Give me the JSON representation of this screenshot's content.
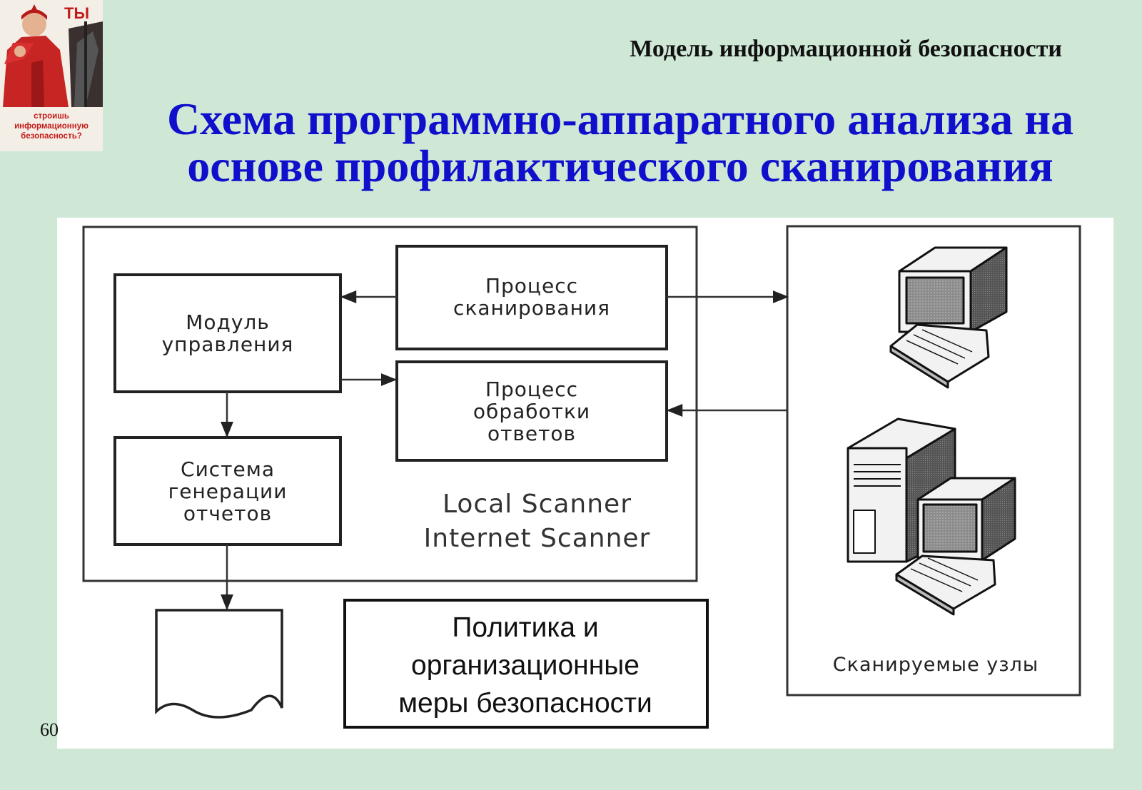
{
  "poster": {
    "headline": "ТЫ",
    "slogan": [
      "строишь",
      "информационную",
      "безопасность?"
    ]
  },
  "header": {
    "course_title": "Модель информационной безопасности"
  },
  "slide": {
    "title_lines": [
      "Схема программно-аппаратного анализа на",
      "основе профилактического сканирования"
    ],
    "page_number": "60"
  },
  "diagram": {
    "control_module": [
      "Модуль",
      "управления"
    ],
    "scan_process": [
      "Процесс",
      "сканирования"
    ],
    "response_process": [
      "Процесс",
      "обработки",
      "ответов"
    ],
    "report_system": [
      "Система",
      "генерации",
      "отчетов"
    ],
    "scanner_products": [
      "Local Scanner",
      "Internet Scanner"
    ],
    "policy": [
      "Политика и",
      "организационные",
      "меры безопасности"
    ],
    "scanned_nodes": "Сканируемые узлы"
  },
  "colors": {
    "background": "#cfe8d6",
    "title_blue": "#1010cc",
    "poster_red": "#c41a1a"
  },
  "icons": {
    "poster": "soldier-poster-icon",
    "workstation": "desktop-computer-icon",
    "server": "tower-server-icon",
    "report": "report-document-icon"
  }
}
